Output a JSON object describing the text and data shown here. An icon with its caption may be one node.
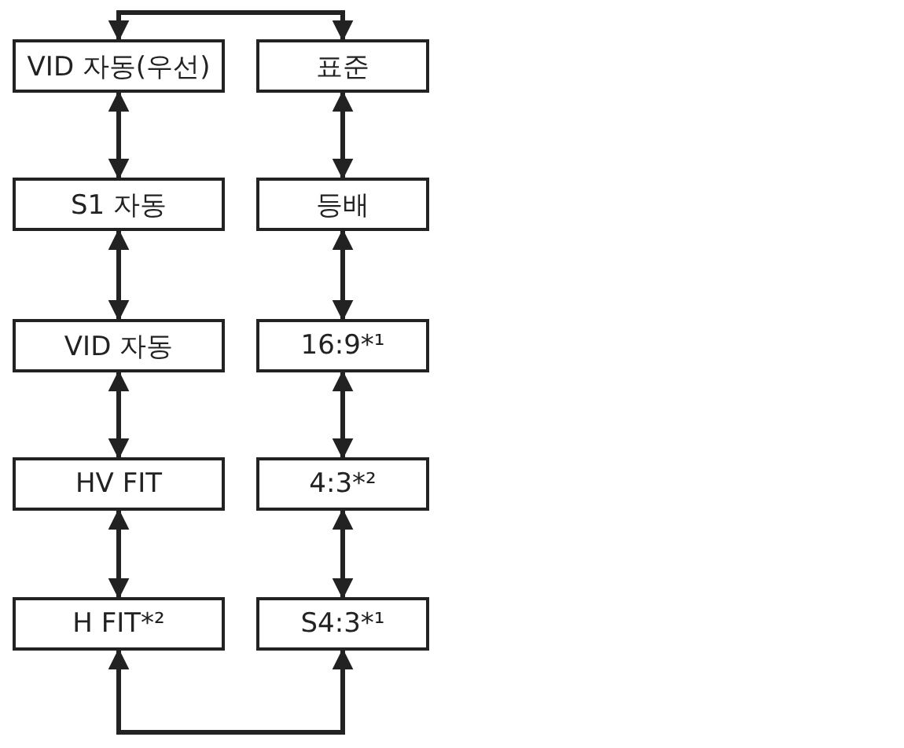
{
  "diagram": {
    "nodes": [
      {
        "text": [
          "VID 자동(우선)"
        ]
      },
      {
        "text": [
          "S1 자동"
        ]
      },
      {
        "text": [
          "VID 자동"
        ]
      },
      {
        "text": [
          "HV FIT"
        ]
      },
      {
        "text": [
          "H FIT*²"
        ]
      },
      {
        "text": [
          "표준"
        ]
      },
      {
        "text": [
          "등배"
        ]
      },
      {
        "text": [
          "16:9*¹"
        ]
      },
      {
        "text": [
          "4:3*²"
        ]
      },
      {
        "text": [
          "S4:3*¹"
        ]
      }
    ],
    "edges": [
      {
        "from": 0,
        "to": 1,
        "arrow": "both"
      },
      {
        "from": 1,
        "to": 2,
        "arrow": "both"
      },
      {
        "from": 2,
        "to": 3,
        "arrow": "both"
      },
      {
        "from": 3,
        "to": 4,
        "arrow": "both"
      },
      {
        "from": 5,
        "to": 6,
        "arrow": "both"
      },
      {
        "from": 6,
        "to": 7,
        "arrow": "both"
      },
      {
        "from": 7,
        "to": 8,
        "arrow": "both"
      },
      {
        "from": 8,
        "to": 9,
        "arrow": "both"
      },
      {
        "from": 0,
        "to": 5,
        "arrow": "both"
      },
      {
        "from": 4,
        "to": 9,
        "arrow": "both"
      }
    ]
  }
}
